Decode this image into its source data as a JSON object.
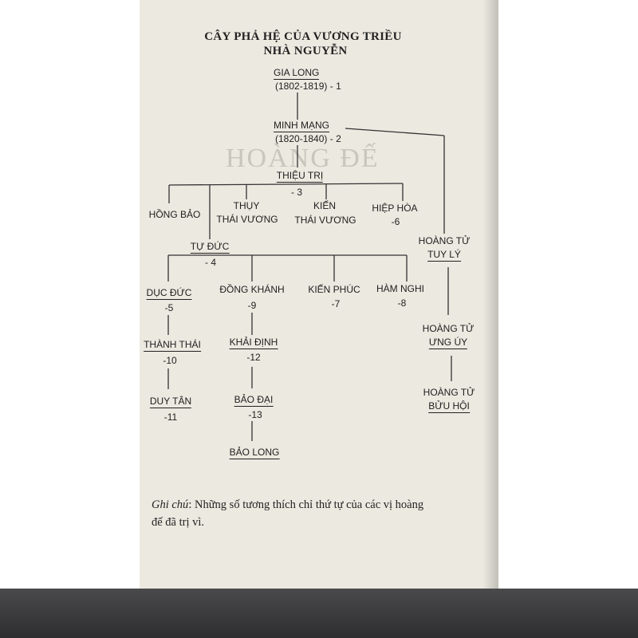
{
  "title": {
    "line1": "CÂY PHẢ HỆ CỦA VƯƠNG TRIỀU",
    "line2": "NHÀ NGUYỄN"
  },
  "watermark": "HOÀNG ĐẾ",
  "nodes": {
    "gia_long": {
      "name": "GIA LONG",
      "years": "(1802-1819)",
      "order": "- 1"
    },
    "minh_mang": {
      "name": "MINH MẠNG",
      "years": "(1820-1840)",
      "order": "- 2"
    },
    "thieu_tri": {
      "name": "THIỆU TRỊ",
      "order": "- 3"
    },
    "hong_bao": {
      "name": "HỒNG BẢO"
    },
    "thuy_thai_vuong": {
      "line1": "THỤY",
      "line2": "THÁI VƯƠNG"
    },
    "kien_thai_vuong": {
      "line1": "KIẾN",
      "line2": "THÁI VƯƠNG"
    },
    "hiep_hoa": {
      "name": "HIỆP HÒA",
      "order": "-6"
    },
    "tu_duc": {
      "name": "TỰ ĐỨC",
      "order": "- 4"
    },
    "hoang_tu_tuy_ly": {
      "line1": "HOÀNG TỬ",
      "line2": "TUY LÝ"
    },
    "duc_duc": {
      "name": "DỤC ĐỨC",
      "order": "-5"
    },
    "dong_khanh": {
      "name": "ĐỒNG KHÁNH",
      "order": "-9"
    },
    "kien_phuc": {
      "name": "KIẾN PHÚC",
      "order": "-7"
    },
    "ham_nghi": {
      "name": "HÀM NGHI",
      "order": "-8"
    },
    "thanh_thai": {
      "name": "THÀNH THÁI",
      "order": "-10"
    },
    "khai_dinh": {
      "name": "KHẢI ĐỊNH",
      "order": "-12"
    },
    "duy_tan": {
      "name": "DUY TÂN",
      "order": "-11"
    },
    "bao_dai": {
      "name": "BẢO ĐẠI",
      "order": "-13"
    },
    "bao_long": {
      "name": "BẢO LONG"
    },
    "hoang_tu_ung_uy": {
      "line1": "HOÀNG TỬ",
      "line2": "ƯNG ÚY"
    },
    "hoang_tu_buu_hoi": {
      "line1": "HOÀNG TỬ",
      "line2": "BỬU HỘI"
    }
  },
  "note": {
    "label": "Ghi chú",
    "text_line1": ": Những số tương thích chỉ thứ tự của các vị hoàng",
    "text_line2": "đế đã trị vì."
  }
}
